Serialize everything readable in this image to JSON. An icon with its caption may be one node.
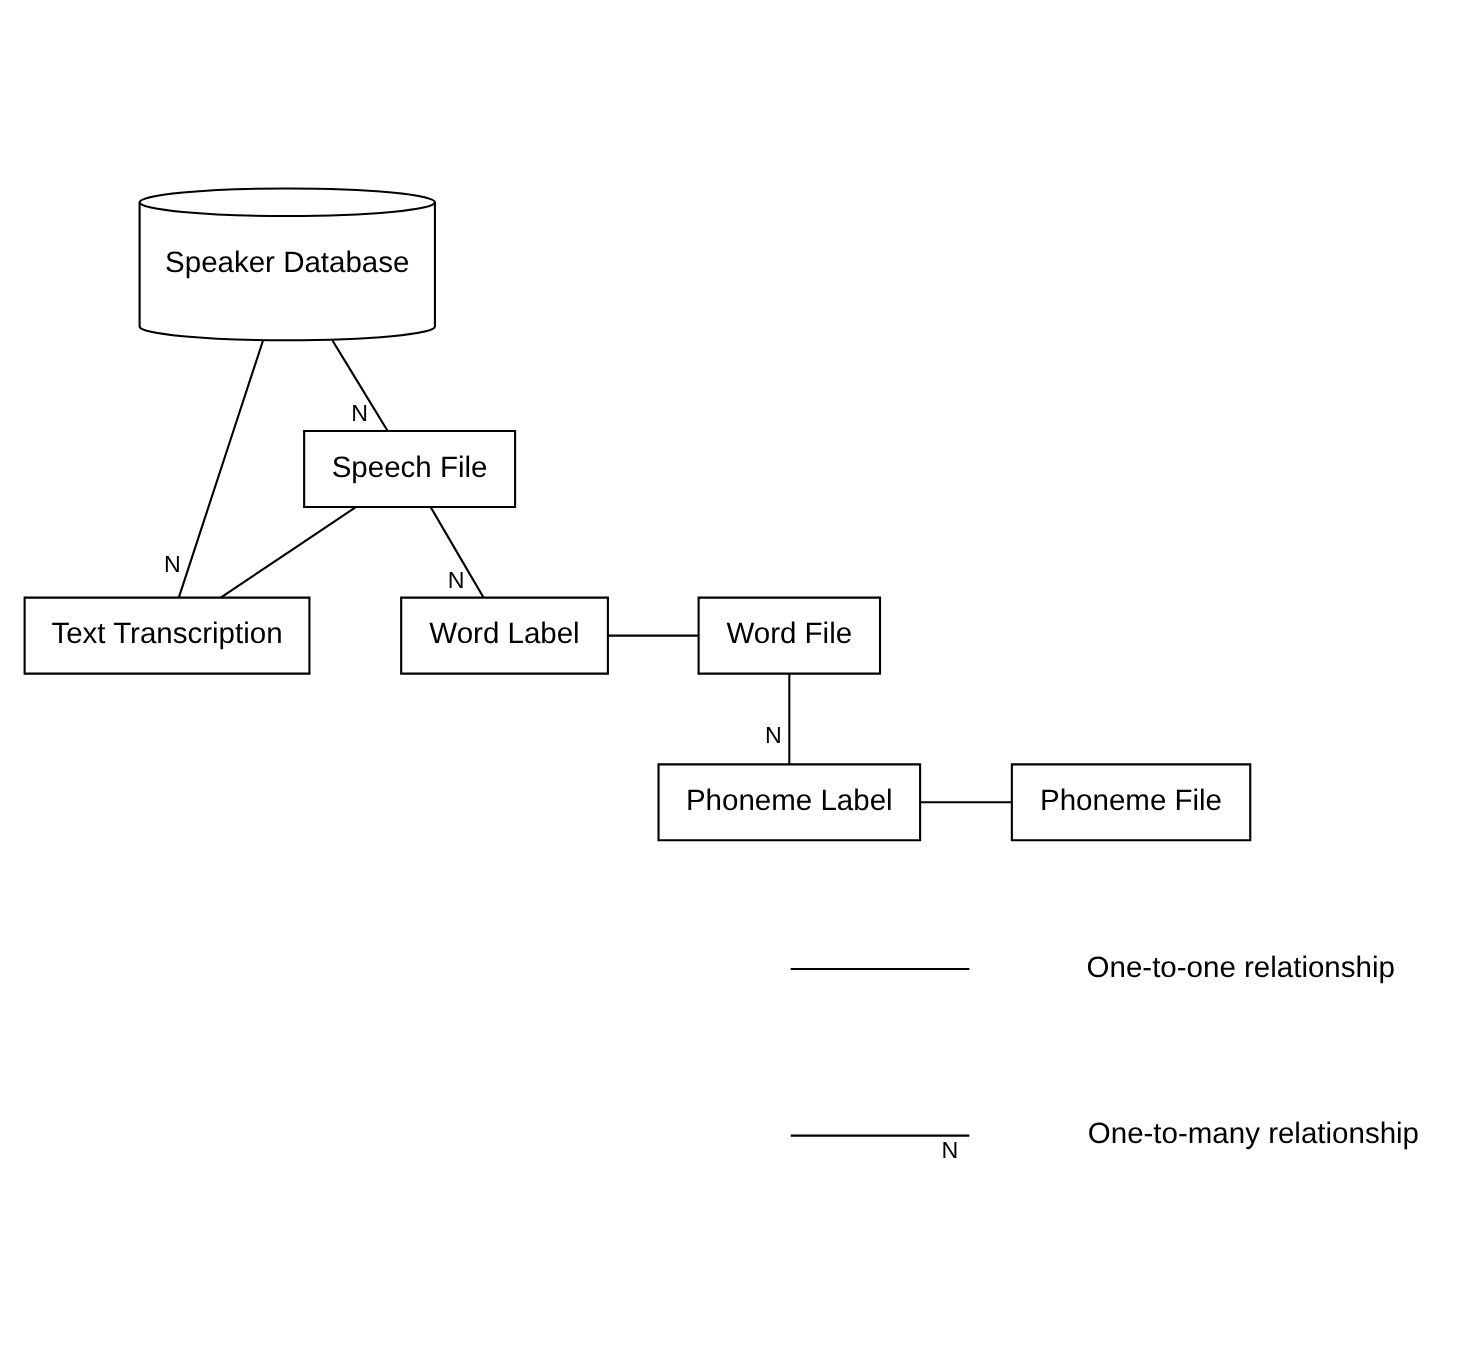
{
  "diagram": {
    "nodes": [
      {
        "text": [
          "Speaker Database"
        ]
      },
      {
        "text": [
          "Speech File"
        ]
      },
      {
        "text": [
          "Text Transcription"
        ]
      },
      {
        "text": [
          "Word Label"
        ]
      },
      {
        "text": [
          "Word File"
        ]
      },
      {
        "text": [
          "Phoneme Label"
        ]
      },
      {
        "text": [
          "Phoneme File"
        ]
      }
    ],
    "edges": [
      {
        "from": 0,
        "to": 1,
        "arrow": "none",
        "label": "N"
      },
      {
        "from": 1,
        "to": 2,
        "arrow": "none"
      },
      {
        "from": 0,
        "to": 2,
        "arrow": "none",
        "label": "N"
      },
      {
        "from": 1,
        "to": 3,
        "arrow": "none",
        "label": "N"
      },
      {
        "from": 3,
        "to": 4,
        "arrow": "none"
      },
      {
        "from": 4,
        "to": 5,
        "arrow": "none",
        "label": "N"
      },
      {
        "from": 5,
        "to": 6,
        "arrow": "none"
      }
    ],
    "labels": [
      "N"
    ],
    "legend": [
      {
        "text": "One-to-one relationship"
      },
      {
        "text": "One-to-many relationship"
      }
    ]
  }
}
